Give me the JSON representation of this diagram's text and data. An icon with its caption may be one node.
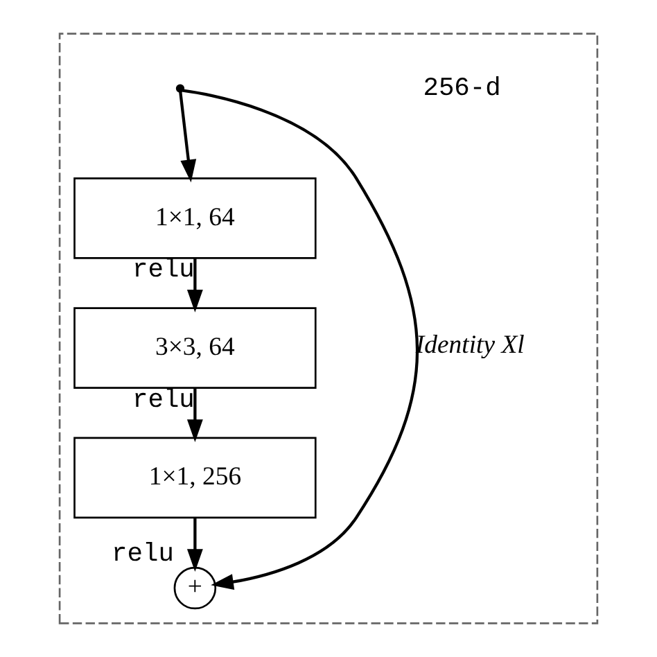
{
  "diagram": {
    "nodes": [
      {
        "text": [],
        "shape": "box"
      },
      {
        "text": [],
        "shape": "point",
        "in": 0
      },
      {
        "text": [
          "1×1, 64"
        ],
        "in": 0
      },
      {
        "text": [
          "3×3, 64"
        ],
        "in": 0
      },
      {
        "text": [
          "1×1, 256"
        ],
        "in": 0
      },
      {
        "text": [
          "+"
        ],
        "in": 0,
        "beside": [
          "relu"
        ]
      }
    ],
    "edges": [
      {
        "from": 1,
        "to": 2,
        "arrow": "to"
      },
      {
        "from": 2,
        "to": 3,
        "arrow": "to",
        "label": "relu"
      },
      {
        "from": 3,
        "to": 4,
        "arrow": "to",
        "label": "relu"
      },
      {
        "from": 4,
        "to": 5,
        "arrow": "to"
      },
      {
        "from": 1,
        "to": 5,
        "arrow": "to",
        "label": "Identity Xl"
      }
    ],
    "labels": [
      "256-d"
    ]
  }
}
